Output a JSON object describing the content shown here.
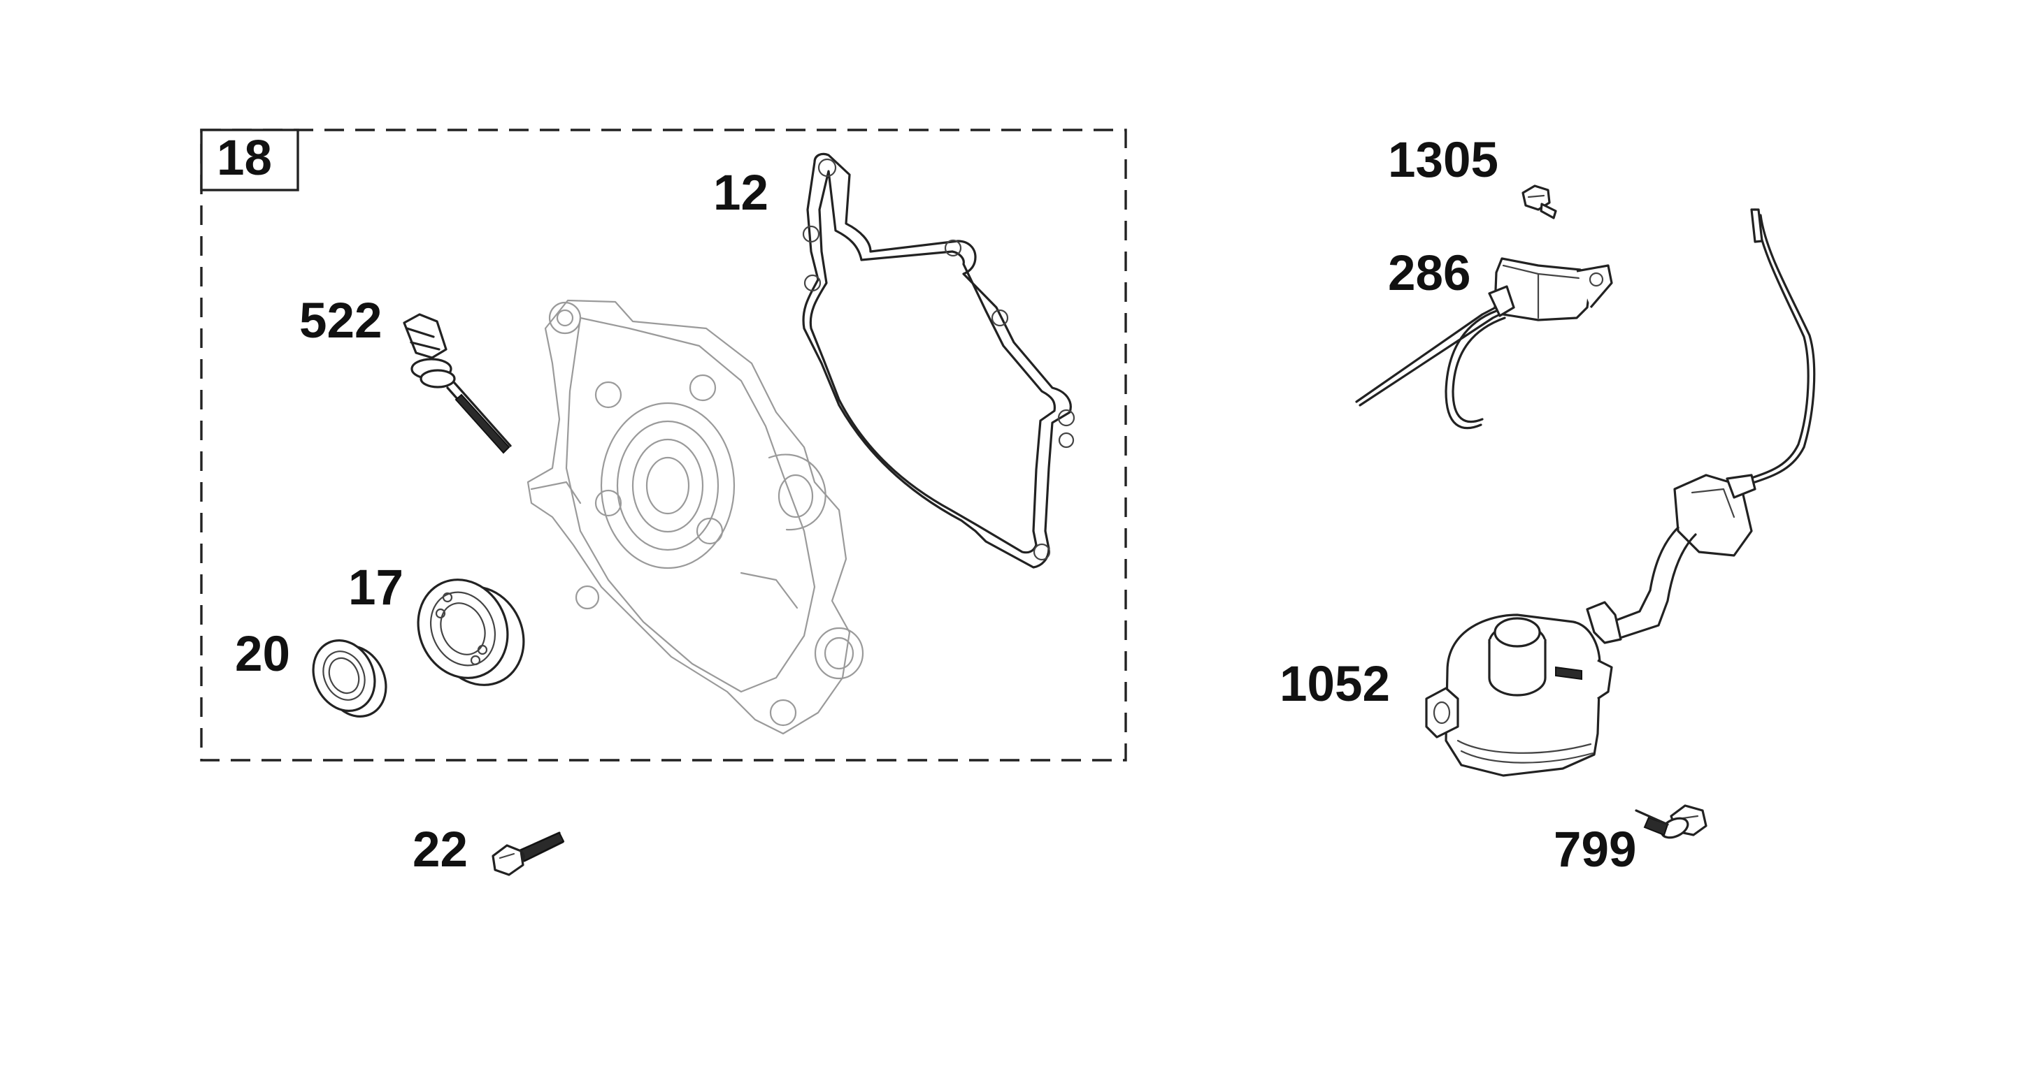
{
  "callouts": {
    "kit": "18",
    "gasket": "12",
    "dipstick": "522",
    "bearing": "17",
    "oil_seal": "20",
    "bolt": "22",
    "screw_top": "1305",
    "module": "286",
    "oil_sensor": "1052",
    "screw_bottom": "799"
  }
}
